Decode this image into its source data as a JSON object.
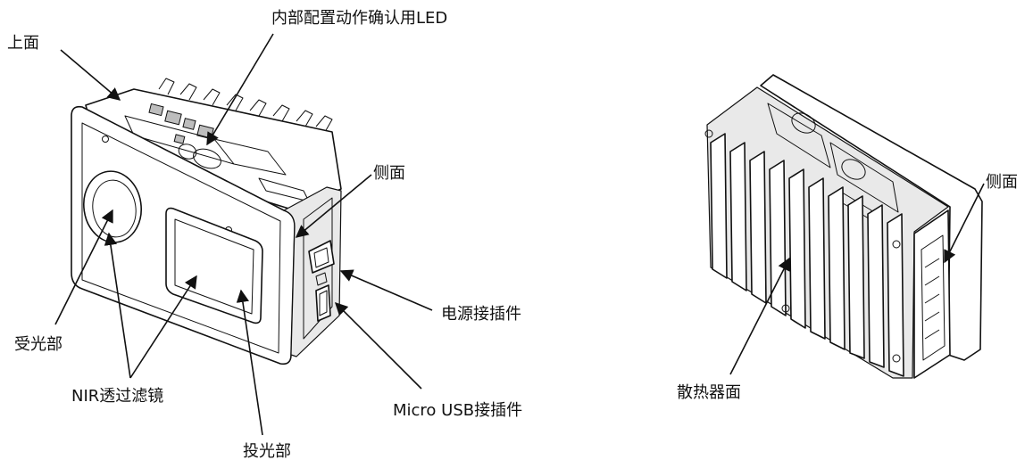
{
  "labels": {
    "top_face": "上面",
    "internal_led": "内部配置动作确认用LED",
    "side_face_front": "侧面",
    "power_connector": "电源接插件",
    "micro_usb_connector": "Micro USB接插件",
    "receiver": "受光部",
    "nir_filter": "NIR透过滤镜",
    "emitter": "投光部",
    "side_face_back": "侧面",
    "heatsink_face": "散热器面"
  }
}
